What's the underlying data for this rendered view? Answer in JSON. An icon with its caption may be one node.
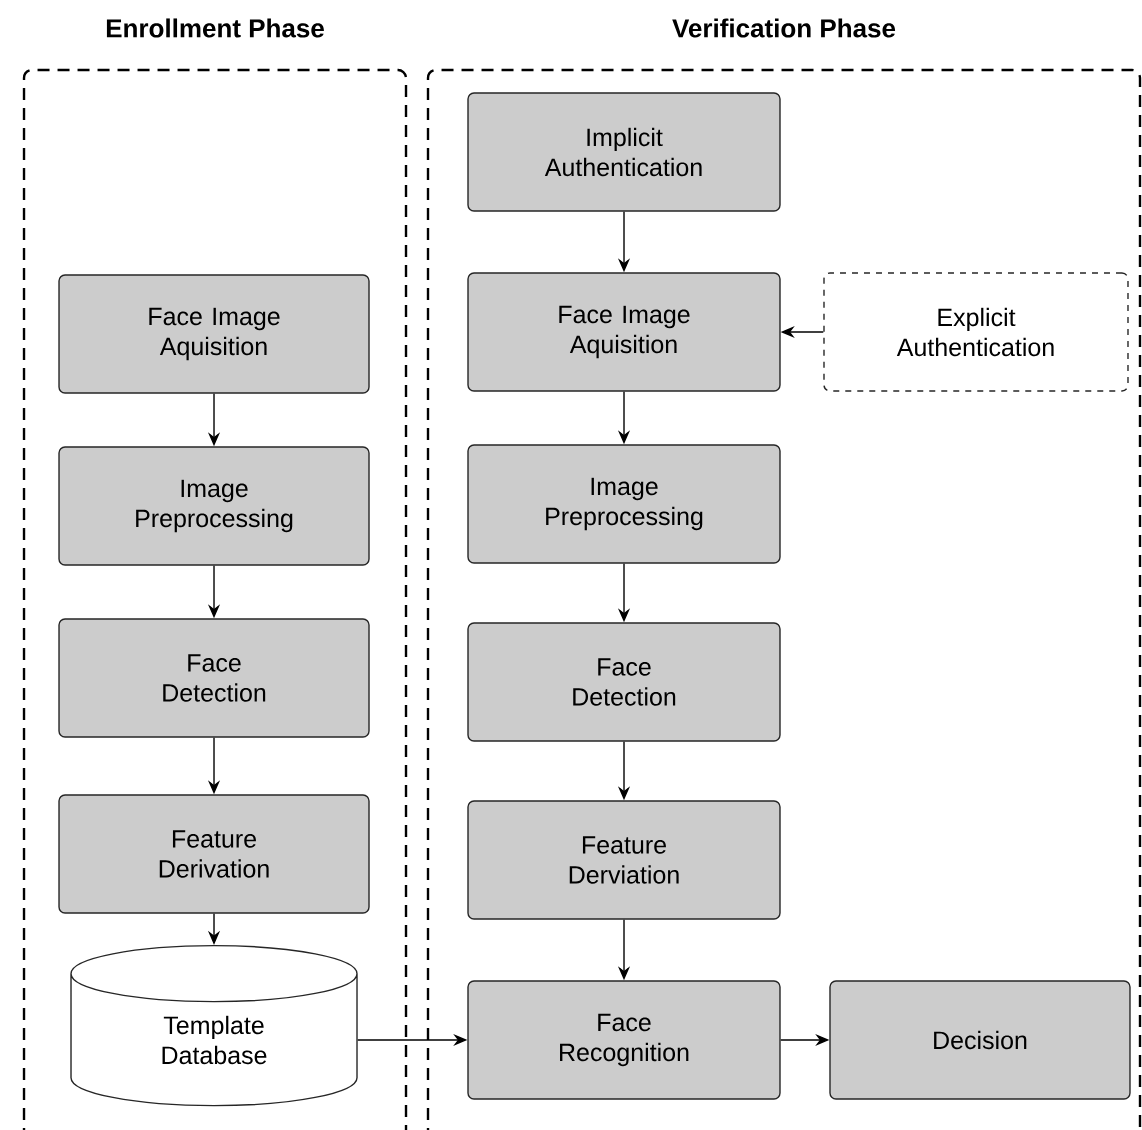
{
  "diagram": {
    "nodes": [
      {
        "text": [
          "Enrollment Phase"
        ]
      },
      {
        "text": [
          "Face Image Aquisition"
        ],
        "in": 0
      },
      {
        "text": [
          "Image Preprocessing"
        ],
        "in": 0
      },
      {
        "text": [
          "Face Detection"
        ],
        "in": 0
      },
      {
        "text": [
          "Feature Derivation"
        ],
        "in": 0
      },
      {
        "text": [
          "Template Database"
        ],
        "in": 0
      },
      {
        "text": [
          "Verification Phase"
        ]
      },
      {
        "text": [
          "Implicit Authentication"
        ],
        "in": 6
      },
      {
        "text": [
          "Face Image Aquisition"
        ],
        "in": 6
      },
      {
        "text": [
          "Explicit Authentication"
        ],
        "in": 6
      },
      {
        "text": [
          "Image Preprocessing"
        ],
        "in": 6
      },
      {
        "text": [
          "Face Detection"
        ],
        "in": 6
      },
      {
        "text": [
          "Feature Derviation"
        ],
        "in": 6
      },
      {
        "text": [
          "Face Recognition"
        ],
        "in": 6
      },
      {
        "text": [
          "Decision"
        ],
        "in": 6
      }
    ],
    "edges": [
      {
        "from": 1,
        "to": 2,
        "arrow": "to"
      },
      {
        "from": 2,
        "to": 3,
        "arrow": "to"
      },
      {
        "from": 3,
        "to": 4,
        "arrow": "to"
      },
      {
        "from": 4,
        "to": 5,
        "arrow": "to"
      },
      {
        "from": 7,
        "to": 8,
        "arrow": "to"
      },
      {
        "from": 9,
        "to": 8,
        "arrow": "to"
      },
      {
        "from": 8,
        "to": 10,
        "arrow": "to"
      },
      {
        "from": 10,
        "to": 11,
        "arrow": "to"
      },
      {
        "from": 11,
        "to": 12,
        "arrow": "to"
      },
      {
        "from": 12,
        "to": 13,
        "arrow": "to"
      },
      {
        "from": 5,
        "to": 13,
        "arrow": "to"
      },
      {
        "from": 13,
        "to": 14,
        "arrow": "to"
      }
    ]
  }
}
